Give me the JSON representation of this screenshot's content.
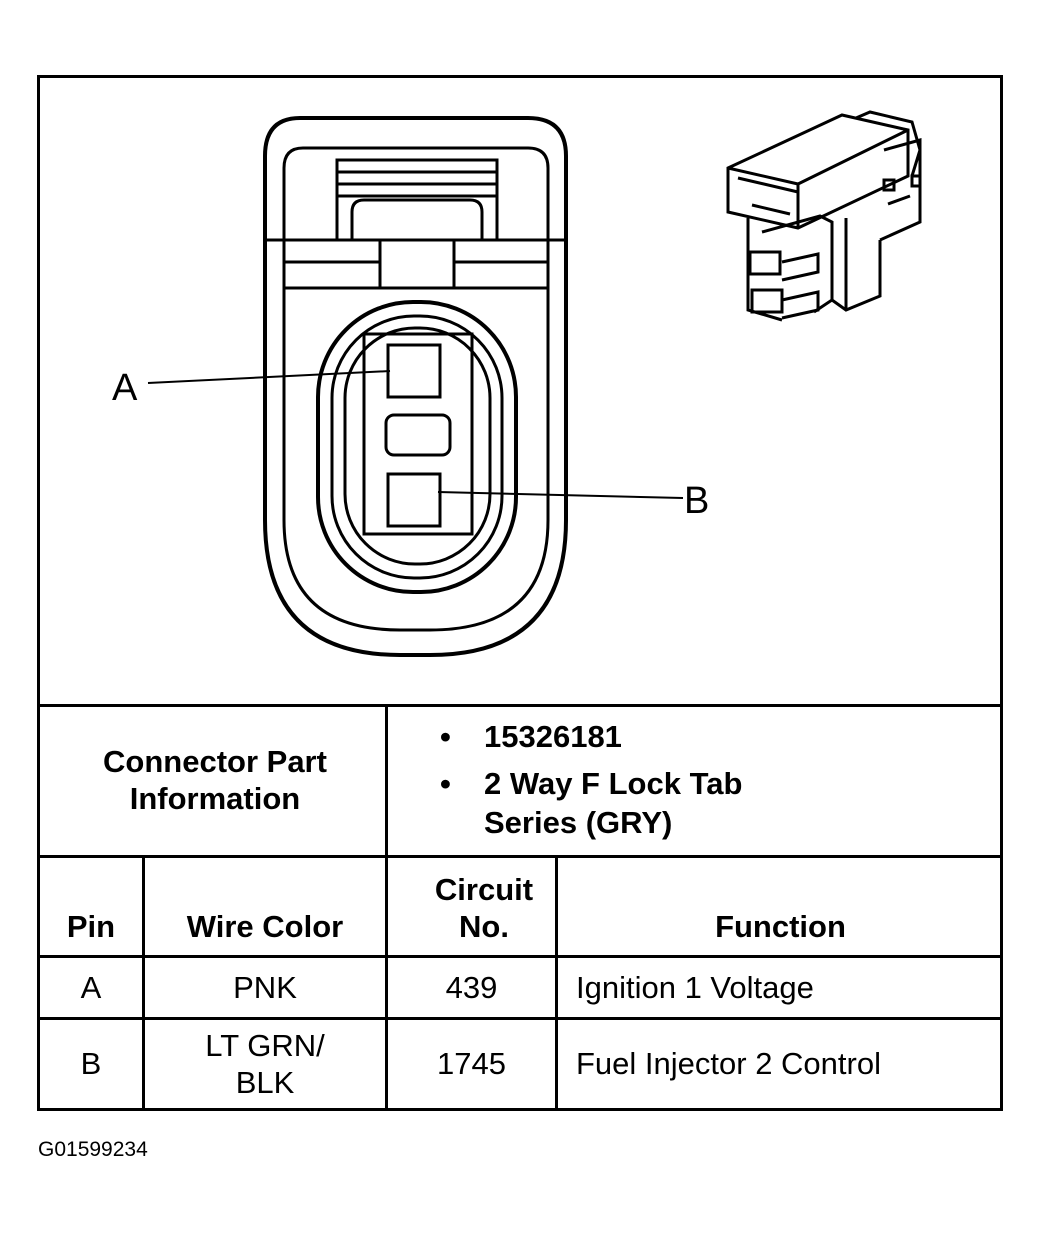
{
  "diagram": {
    "pin_labels": {
      "a": "A",
      "b": "B"
    }
  },
  "part_info": {
    "label": "Connector Part Information",
    "items": [
      "15326181",
      "2 Way F Lock Tab",
      "Series (GRY)"
    ]
  },
  "table": {
    "headers": {
      "pin": "Pin",
      "wire_color": "Wire Color",
      "circuit": "Circuit No.",
      "function": "Function"
    },
    "rows": [
      {
        "pin": "A",
        "wire_color": "PNK",
        "circuit": "439",
        "function": "Ignition 1 Voltage"
      },
      {
        "pin": "B",
        "wire_color": "LT GRN/ BLK",
        "circuit": "1745",
        "function": "Fuel Injector 2 Control"
      }
    ]
  },
  "figure_id": "G01599234"
}
